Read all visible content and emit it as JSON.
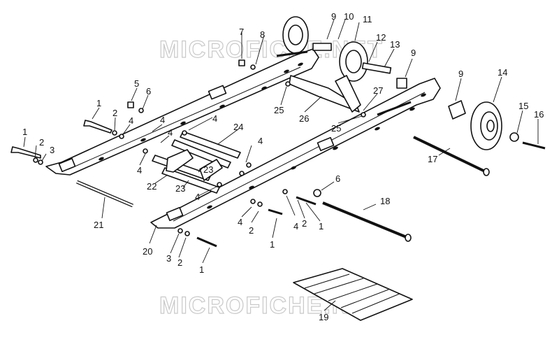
{
  "watermark": {
    "top": "MICROFICHE.NET",
    "bottom": "MICROFICHE.NET"
  },
  "callouts": [
    {
      "id": "c-1-a",
      "text": "1"
    },
    {
      "id": "c-2-a",
      "text": "2"
    },
    {
      "id": "c-3-a",
      "text": "3"
    },
    {
      "id": "c-1-b",
      "text": "1"
    },
    {
      "id": "c-2-b",
      "text": "2"
    },
    {
      "id": "c-4-a",
      "text": "4"
    },
    {
      "id": "c-5",
      "text": "5"
    },
    {
      "id": "c-6-a",
      "text": "6"
    },
    {
      "id": "c-4-b",
      "text": "4"
    },
    {
      "id": "c-4-c",
      "text": "4"
    },
    {
      "id": "c-4-d",
      "text": "4"
    },
    {
      "id": "c-24",
      "text": "24"
    },
    {
      "id": "c-4-e",
      "text": "4"
    },
    {
      "id": "c-23-a",
      "text": "23"
    },
    {
      "id": "c-22",
      "text": "22"
    },
    {
      "id": "c-23-b",
      "text": "23"
    },
    {
      "id": "c-4-f",
      "text": "4"
    },
    {
      "id": "c-4-g",
      "text": "4"
    },
    {
      "id": "c-7",
      "text": "7"
    },
    {
      "id": "c-8",
      "text": "8"
    },
    {
      "id": "c-9-a",
      "text": "9"
    },
    {
      "id": "c-10",
      "text": "10"
    },
    {
      "id": "c-11",
      "text": "11"
    },
    {
      "id": "c-12",
      "text": "12"
    },
    {
      "id": "c-13",
      "text": "13"
    },
    {
      "id": "c-9-b",
      "text": "9"
    },
    {
      "id": "c-25-a",
      "text": "25"
    },
    {
      "id": "c-26",
      "text": "26"
    },
    {
      "id": "c-27",
      "text": "27"
    },
    {
      "id": "c-25-b",
      "text": "25"
    },
    {
      "id": "c-9-c",
      "text": "9"
    },
    {
      "id": "c-14",
      "text": "14"
    },
    {
      "id": "c-15",
      "text": "15"
    },
    {
      "id": "c-16",
      "text": "16"
    },
    {
      "id": "c-17",
      "text": "17"
    },
    {
      "id": "c-6-b",
      "text": "6"
    },
    {
      "id": "c-18",
      "text": "18"
    },
    {
      "id": "c-1-c",
      "text": "1"
    },
    {
      "id": "c-2-c",
      "text": "2"
    },
    {
      "id": "c-4-h",
      "text": "4"
    },
    {
      "id": "c-4-i",
      "text": "4"
    },
    {
      "id": "c-2-d",
      "text": "2"
    },
    {
      "id": "c-1-d",
      "text": "1"
    },
    {
      "id": "c-21",
      "text": "21"
    },
    {
      "id": "c-20",
      "text": "20"
    },
    {
      "id": "c-3-b",
      "text": "3"
    },
    {
      "id": "c-2-e",
      "text": "2"
    },
    {
      "id": "c-1-e",
      "text": "1"
    },
    {
      "id": "c-19",
      "text": "19"
    }
  ]
}
